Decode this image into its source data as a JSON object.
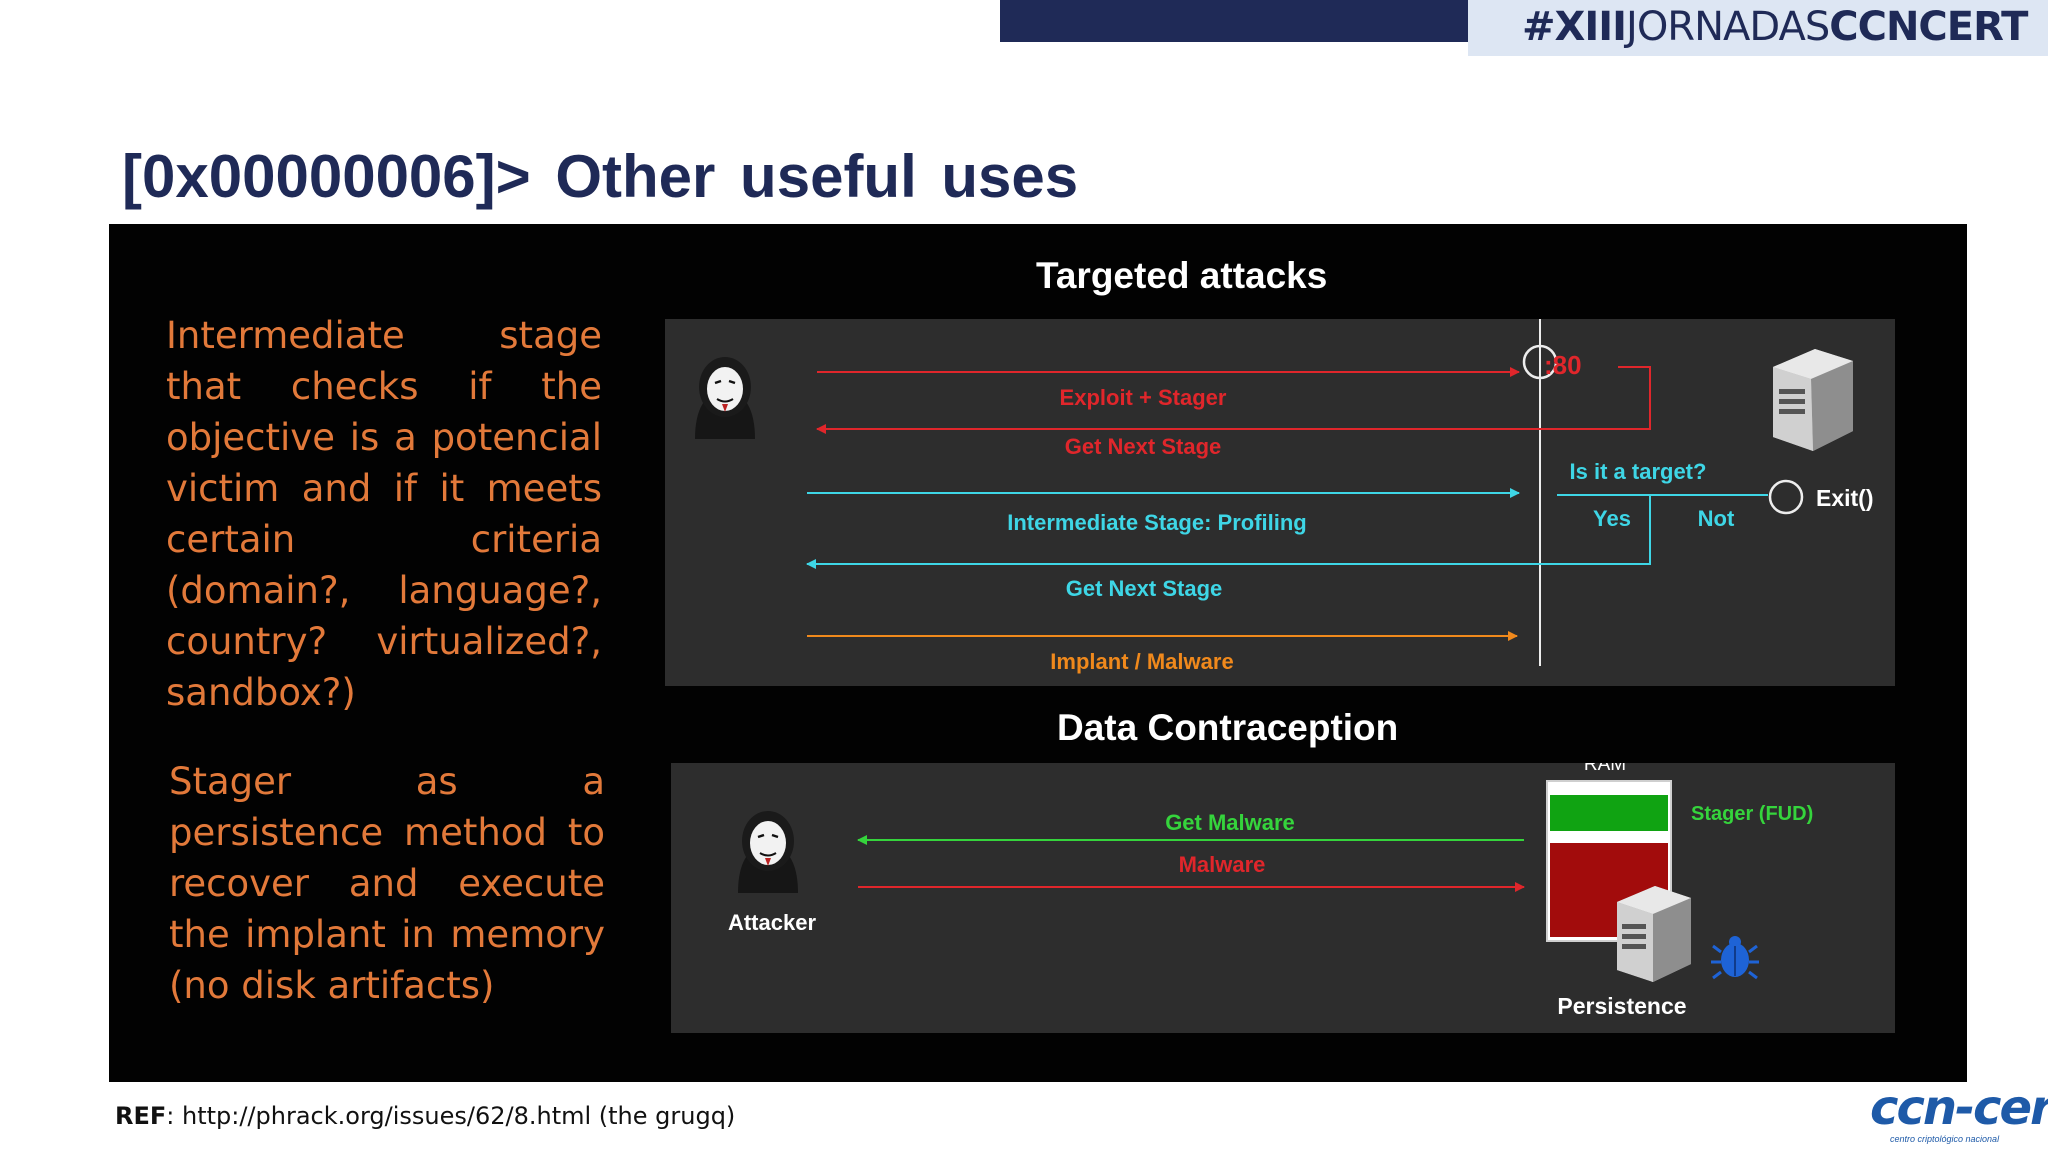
{
  "header": {
    "event_tag_prefix": "#XIII",
    "event_tag_mid": "JORNADAS",
    "event_tag_suffix": "CCNCERT"
  },
  "slide": {
    "title": "[0x00000006]>  Other useful uses"
  },
  "left_text": {
    "para1": "Intermediate stage that checks if the objective is a potencial victim and if it meets certain criteria (domain?, language?, country? virtualized?, sandbox?)",
    "para2": "Stager as a persistence method to recover and execute the implant in memory (no disk artifacts)"
  },
  "targeted": {
    "title": "Targeted attacks",
    "port": ":80",
    "exploit": "Exploit + Stager",
    "get_next_stage_1": "Get  Next Stage",
    "is_target": "Is it a target?",
    "yes": "Yes",
    "not": "Not",
    "exit": "Exit()",
    "profiling": "Intermediate Stage: Profiling",
    "get_next_stage_2": "Get  Next Stage",
    "implant": "Implant / Malware"
  },
  "contraception": {
    "title": "Data Contraception",
    "ram": "RAM",
    "stager": "Stager (FUD)",
    "get_malware": "Get  Malware",
    "malware": "Malware",
    "attacker": "Attacker",
    "persistence": "Persistence"
  },
  "footer": {
    "ref_label": "REF",
    "ref_text": ":  http://phrack.org/issues/62/8.html (the grugq)",
    "logo_text": "ccn-cert",
    "logo_sub": "centro criptológico nacional"
  },
  "colors": {
    "navy": "#1f2a57",
    "orange": "#e2793a",
    "red": "#e0262b",
    "cyan": "#3ed6e6",
    "implant_orange": "#f0891c",
    "green": "#35d43c",
    "logo_blue": "#1e5aa8"
  },
  "icons": [
    "hacker-mask-icon",
    "server-icon",
    "bug-icon"
  ]
}
